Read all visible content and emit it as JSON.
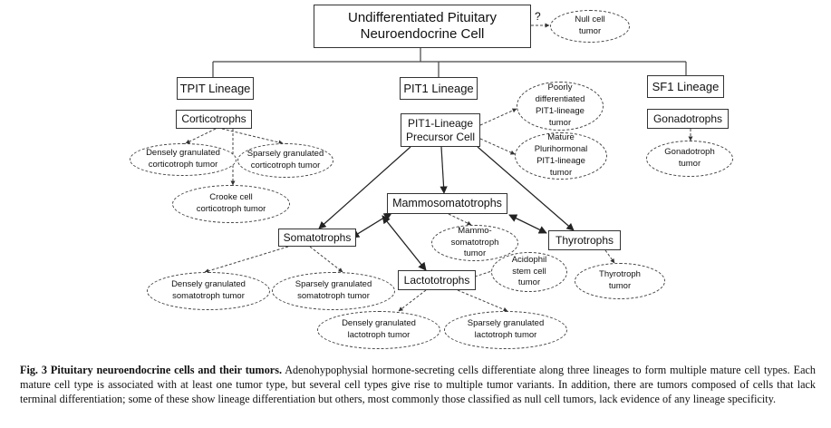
{
  "diagram": {
    "root": "Undifferentiated Pituitary\nNeuroendocrine Cell",
    "question_mark": "?",
    "null_cell": "Null cell\ntumor",
    "lineages": {
      "tpit": "TPIT Lineage",
      "pit1": "PIT1 Lineage",
      "sf1": "SF1 Lineage"
    },
    "cells": {
      "corticotrophs": "Corticotrophs",
      "pit1_precursor": "PIT1-Lineage\nPrecursor Cell",
      "gonadotrophs": "Gonadotrophs",
      "mammosomatotrophs": "Mammosomatotrophs",
      "somatotrophs": "Somatotrophs",
      "thyrotrophs": "Thyrotrophs",
      "lactotrophs": "Lactototrophs"
    },
    "tumors": {
      "dense_cortico": "Densely granulated\ncorticotroph tumor",
      "sparse_cortico": "Sparsely granulated\ncorticotroph tumor",
      "crooke": "Crooke cell\ncorticotroph tumor",
      "poorly_diff": "Poorly\ndifferentiated\nPIT1-lineage\ntumor",
      "mature_pluri": "Mature\nPlurihormonal\nPIT1-lineage\ntumor",
      "gonadotroph": "Gonadotroph\ntumor",
      "mammosomatotroph": "Mammo-\nsomatotroph\ntumor",
      "acidophil": "Acidophil\nstem cell\ntumor",
      "thyrotroph": "Thyrotroph\ntumor",
      "dense_somato": "Densely granulated\nsomatotroph tumor",
      "sparse_somato": "Sparsely granulated\nsomatotroph tumor",
      "dense_lacto": "Densely granulated\nlactotroph tumor",
      "sparse_lacto": "Sparsely granulated\nlactotroph tumor"
    }
  },
  "caption": {
    "lead": "Fig. 3 Pituitary neuroendocrine cells and their tumors.",
    "body": " Adenohypophysial hormone-secreting cells differentiate along three lineages to form multiple mature cell types. Each mature cell type is associated with at least one tumor type, but several cell types give rise to multiple tumor variants. In addition, there are tumors composed of cells that lack terminal differentiation; some of these show lineage differentiation but others, most commonly those classified as null cell tumors, lack evidence of any lineage specificity."
  }
}
